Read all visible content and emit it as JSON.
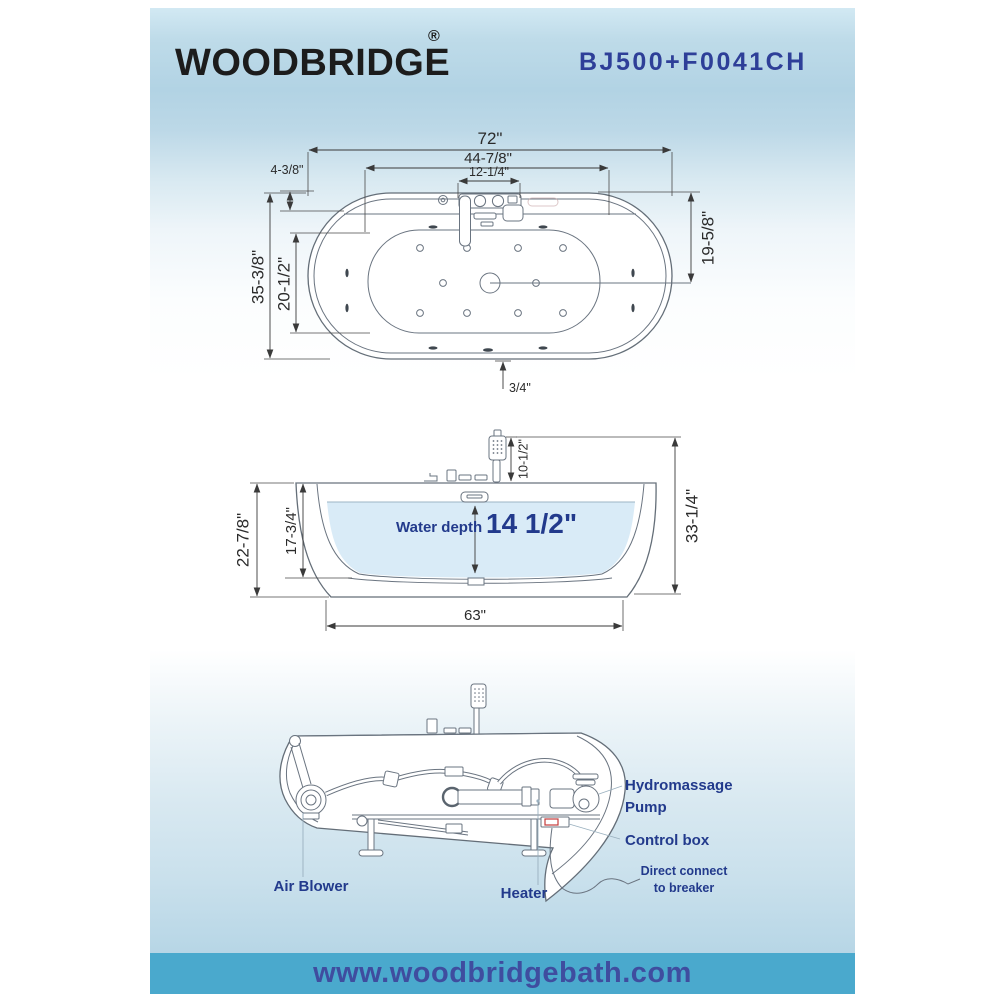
{
  "header": {
    "brand": "WOODBRIDGE",
    "registered": "®",
    "model": "BJ500+F0041CH"
  },
  "top_view": {
    "dims": {
      "overall_length": "72\"",
      "basin_length": "44-7/8\"",
      "faucet_span": "12-1/4\"",
      "rim_offset": "4-3/8\"",
      "overall_width": "35-3/8\"",
      "basin_width": "20-1/2\"",
      "drain_from_edge": "19-5/8\"",
      "drain_offset": "3/4\""
    }
  },
  "side_view": {
    "dims": {
      "rim_height": "22-7/8\"",
      "inner_depth": "17-3/4\"",
      "shower_height": "10-1/2\"",
      "overall_height": "33-1/4\"",
      "base_length": "63\""
    },
    "water_depth_label": "Water depth",
    "water_depth_value": "14 1/2\""
  },
  "bottom_view": {
    "labels": {
      "pump_line1": "Hydromassage",
      "pump_line2": "Pump",
      "control_box": "Control box",
      "air_blower": "Air  Blower",
      "heater": "Heater",
      "breaker_line1": "Direct connect",
      "breaker_line2": "to breaker"
    }
  },
  "footer": {
    "url": "www.woodbridgebath.com"
  },
  "colors": {
    "navy": "#223a8c",
    "model_blue": "#2e3f98",
    "footer_bar": "#4aa9cd",
    "footer_text": "#3f4d9f",
    "water": "#d9ebf7"
  }
}
